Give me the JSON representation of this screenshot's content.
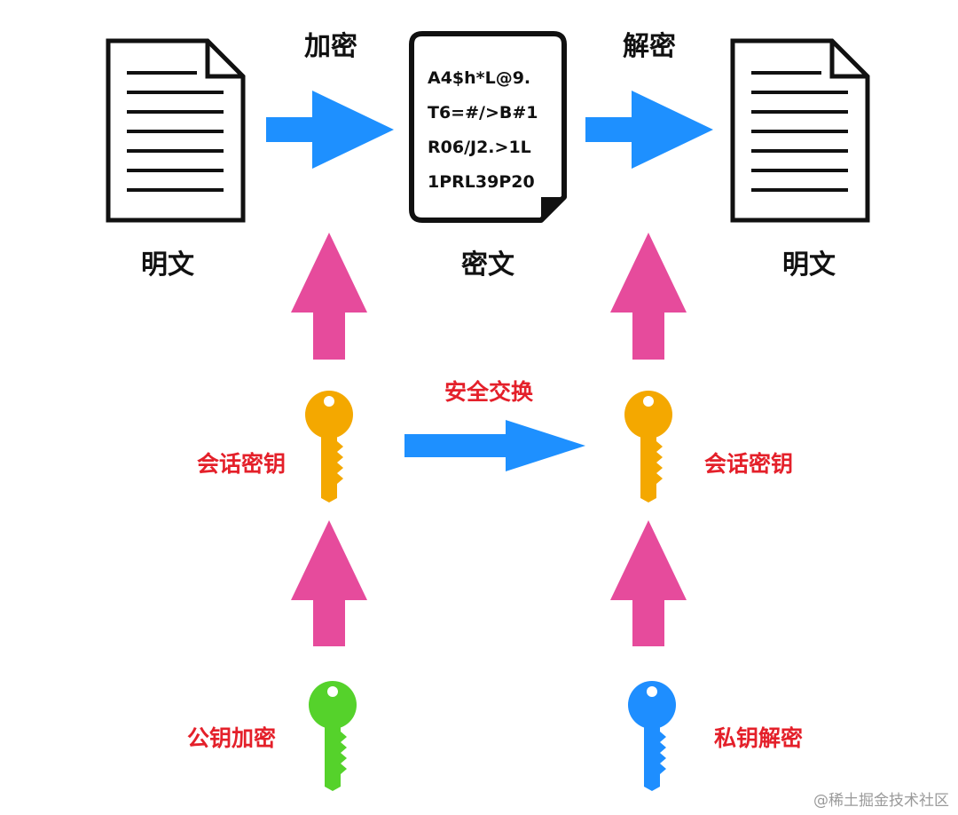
{
  "labels": {
    "encrypt": "加密",
    "decrypt": "解密",
    "plaintext_left": "明文",
    "ciphertext": "密文",
    "plaintext_right": "明文",
    "secure_exchange": "安全交换",
    "session_key_left": "会话密钥",
    "session_key_right": "会话密钥",
    "public_key_encrypt": "公钥加密",
    "private_key_decrypt": "私钥解密"
  },
  "cipher_lines": [
    "A4$h*L@9.",
    "T6=#/>B#1",
    "R06/J2.>1L",
    "1PRL39P20"
  ],
  "watermark": "@稀土掘金技术社区",
  "icons": {
    "plaintext_left": "document-icon",
    "ciphertext": "cipher-document-icon",
    "plaintext_right": "document-icon",
    "session_key_left": "key-icon",
    "session_key_right": "key-icon",
    "public_key": "key-icon",
    "private_key": "key-icon"
  },
  "colors": {
    "flow_arrow": "#1e90ff",
    "up_arrow": "#e64b9c",
    "session_key": "#f4a800",
    "public_key": "#55d22b",
    "private_key": "#1e8eff",
    "red_label": "#e4202a"
  }
}
